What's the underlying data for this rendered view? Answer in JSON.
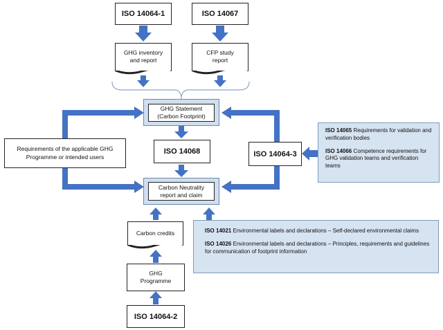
{
  "nodes": {
    "iso_14064_1": "ISO 14064-1",
    "iso_14067": "ISO 14067",
    "ghg_inventory_line1": "GHG inventory",
    "ghg_inventory_line2": "and report",
    "cfp_study_line1": "CFP study",
    "cfp_study_line2": "report",
    "ghg_statement_line1": "GHG Statement",
    "ghg_statement_line2": "(Carbon Footprint)",
    "iso_14068": "ISO 14068",
    "requirements_line1": "Requirements of the applicable GHG",
    "requirements_line2": "Programme or intended users",
    "iso_14064_3": "ISO 14064-3",
    "carbon_neutrality_line1": "Carbon Neutrality",
    "carbon_neutrality_line2": "report and claim",
    "carbon_credits": "Carbon credits",
    "ghg_programme_line1": "GHG",
    "ghg_programme_line2": "Programme",
    "iso_14064_2": "ISO 14064-2"
  },
  "validation_panel": {
    "iso_14065_code": "ISO 14065",
    "iso_14065_text": "Requirements for validation and verification bodies",
    "iso_14066_code": "ISO 14066",
    "iso_14066_text": "Competence requirements for GHG validation teams and verification teams"
  },
  "labels_panel": {
    "iso_14021_code": "ISO 14021",
    "iso_14021_text": "Environmental labels and declarations – Self-declared environmental claims",
    "iso_14026_code": "ISO 14026",
    "iso_14026_text": "Environmental labels and declarations – Principles, requirements and guidelines for communication of footprint information"
  },
  "colors": {
    "arrow": "#4472c4",
    "panel_fill": "#d6e3f1",
    "frame_fill": "#d0dfef"
  }
}
